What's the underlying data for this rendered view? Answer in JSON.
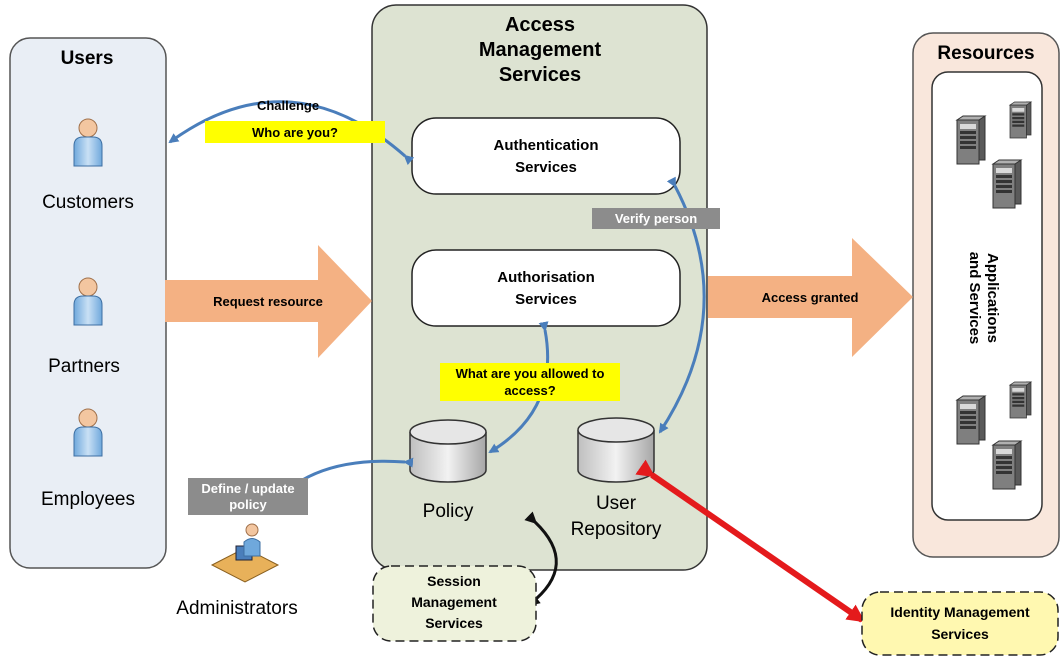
{
  "users": {
    "title": "Users",
    "customers": "Customers",
    "partners": "Partners",
    "employees": "Employees"
  },
  "ams": {
    "title_line1": "Access",
    "title_line2": "Management",
    "title_line3": "Services",
    "authentication_line1": "Authentication",
    "authentication_line2": "Services",
    "authorisation_line1": "Authorisation",
    "authorisation_line2": "Services",
    "policy": "Policy",
    "user_repo_line1": "User",
    "user_repo_line2": "Repository"
  },
  "resources": {
    "title": "Resources",
    "apps_line1": "Applications",
    "apps_line2": "and Services"
  },
  "labels": {
    "challenge": "Challenge",
    "who_are_you": "Who are you?",
    "request_resource": "Request resource",
    "access_granted": "Access granted",
    "verify_person": "Verify person",
    "allowed_line1": "What are you allowed to",
    "allowed_line2": "access?",
    "define_line1": "Define / update",
    "define_line2": "policy",
    "administrators": "Administrators"
  },
  "session": {
    "line1": "Session",
    "line2": "Management",
    "line3": "Services"
  },
  "idm": {
    "line1": "Identity Management",
    "line2": "Services"
  },
  "colors": {
    "users_panel": "#e9eef5",
    "ams_panel": "#dde3d2",
    "resources_panel": "#f9e7dc",
    "big_arrow": "#f4b183",
    "highlight": "#ffff00",
    "grey_label": "#8c8c8c",
    "blue_arrow": "#4a7ebb",
    "red_arrow": "#e41a1c",
    "idm_fill": "#fff8b0",
    "session_fill": "#eef2dc"
  }
}
